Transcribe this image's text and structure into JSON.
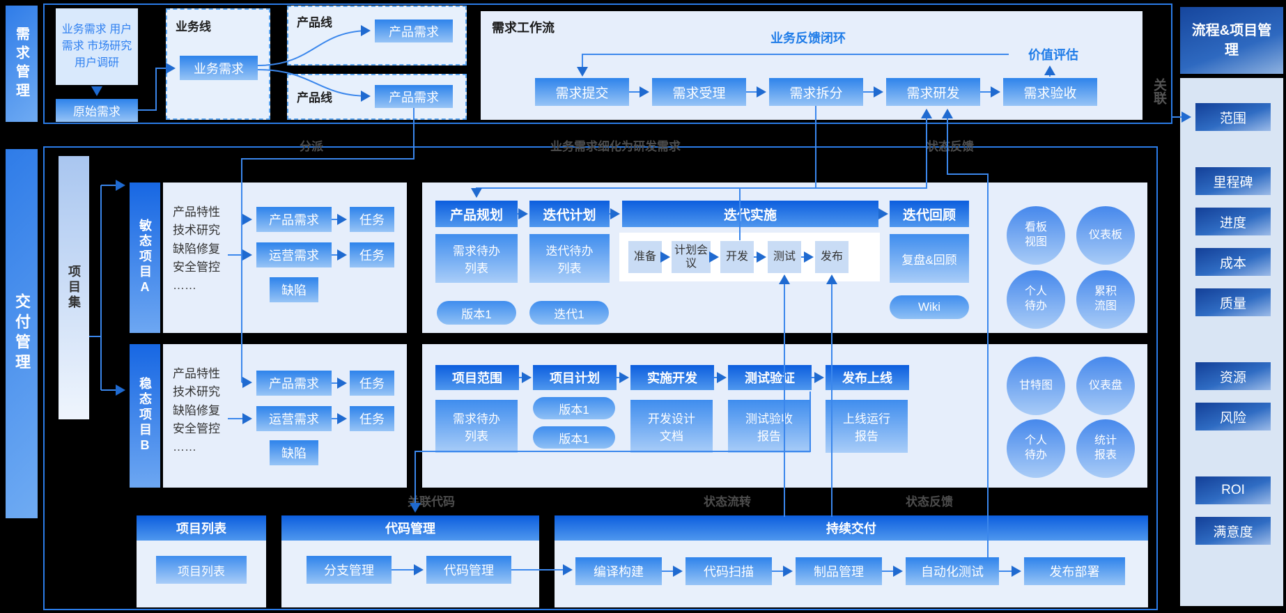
{
  "rails": {
    "requirements": "需求管理",
    "delivery": "交付管理",
    "association": "关联"
  },
  "top": {
    "source_box": "业务需求 用户需求 市场研究 用户调研",
    "raw_requirement": "原始需求",
    "business_line": {
      "label": "业务线",
      "box": "业务需求"
    },
    "product_line_1": {
      "label": "产品线",
      "box": "产品需求"
    },
    "product_line_2": {
      "label": "产品线",
      "box": "产品需求"
    },
    "workflow": {
      "title": "需求工作流",
      "feedback_loop": "业务反馈闭环",
      "value_eval": "价值评估",
      "steps": [
        "需求提交",
        "需求受理",
        "需求拆分",
        "需求研发",
        "需求验收"
      ]
    }
  },
  "section_labels": {
    "dispatch": "分派",
    "refine": "业务需求细化为研发需求",
    "status_feedback_top": "状态反馈",
    "code_link": "关联代码",
    "status_flow": "状态流转",
    "status_feedback_bottom": "状态反馈"
  },
  "delivery": {
    "portfolio": "项目集",
    "project_a": {
      "bar": "敏态项目A",
      "features": "产品特性\n技术研究\n缺陷修复\n安全管控\n……",
      "product_req": "产品需求",
      "task1": "任务",
      "ops_req": "运营需求",
      "task2": "任务",
      "defect": "缺陷",
      "agile": {
        "headers": [
          "产品规划",
          "迭代计划",
          "迭代实施",
          "迭代回顾"
        ],
        "req_backlog": "需求待办\n列表",
        "iter_backlog": "迭代待办\n列表",
        "iteration_steps": [
          "准备",
          "计划会\n议",
          "开发",
          "测试",
          "发布"
        ],
        "review": "复盘&回顾",
        "pill_version": "版本1",
        "pill_iteration": "迭代1",
        "pill_wiki": "Wiki",
        "circles": [
          "看板\n视图",
          "仪表板",
          "个人\n待办",
          "累积\n流图"
        ]
      }
    },
    "project_b": {
      "bar": "稳态项目B",
      "features": "产品特性\n技术研究\n缺陷修复\n安全管控\n……",
      "product_req": "产品需求",
      "task1": "任务",
      "ops_req": "运营需求",
      "task2": "任务",
      "defect": "缺陷",
      "waterfall": {
        "headers": [
          "项目范围",
          "项目计划",
          "实施开发",
          "测试验证",
          "发布上线"
        ],
        "req_backlog": "需求待办\n列表",
        "pill_version1": "版本1",
        "pill_version2": "版本1",
        "design_doc": "开发设计\n文档",
        "test_report": "测试验收\n报告",
        "online_report": "上线运行\n报告",
        "circles": [
          "甘特图",
          "仪表盘",
          "个人\n待办",
          "统计\n报表"
        ]
      }
    }
  },
  "bottom": {
    "project_list": {
      "header": "项目列表",
      "box": "项目列表"
    },
    "code_mgmt": {
      "header": "代码管理",
      "branch": "分支管理",
      "code": "代码管理"
    },
    "cicd": {
      "header": "持续交付",
      "steps": [
        "编译构建",
        "代码扫描",
        "制品管理",
        "自动化测试",
        "发布部署"
      ]
    }
  },
  "right_panel": {
    "header": "流程&项目管理",
    "items": [
      "范围",
      "里程碑",
      "进度",
      "成本",
      "质量",
      "资源",
      "风险",
      "ROI",
      "满意度"
    ]
  },
  "colors": {
    "background": "#000000",
    "frame_blue": "#2b7ce8",
    "node_blue_top": "#2e83eb",
    "node_blue_bottom": "#97c4f6",
    "strong_blue": "#0c5ede",
    "panel_light": "#e6eefb",
    "label_gray": "#4d4d4d",
    "accent_text_blue": "#1f7ce8",
    "right_item_navy": "#133f97"
  }
}
